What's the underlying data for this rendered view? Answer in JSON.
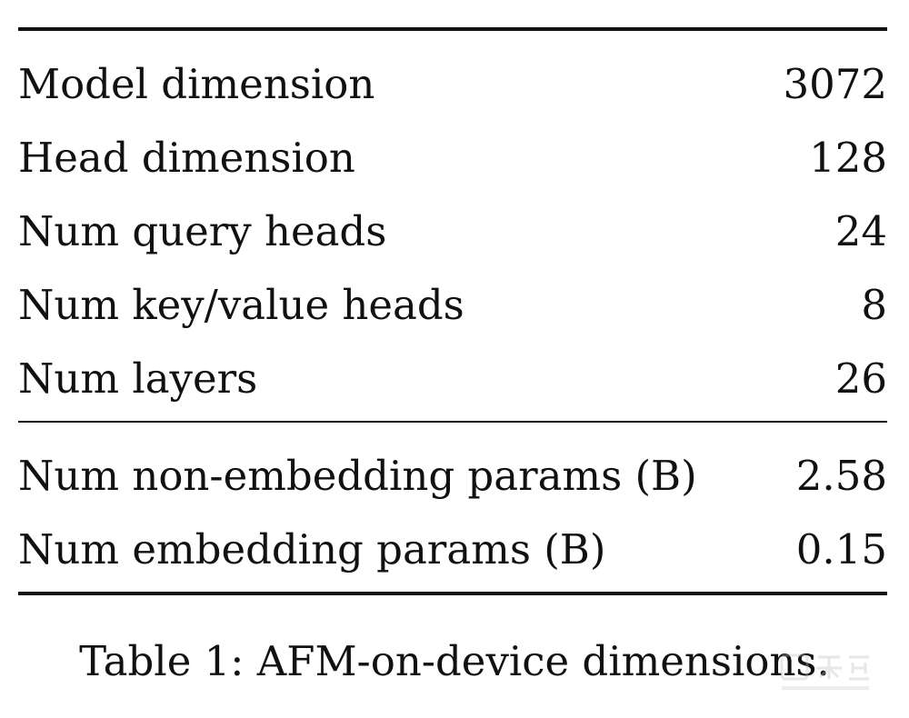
{
  "table": {
    "groups": [
      [
        {
          "label": "Model dimension",
          "value": "3072"
        },
        {
          "label": "Head dimension",
          "value": "128"
        },
        {
          "label": "Num query heads",
          "value": "24"
        },
        {
          "label": "Num key/value heads",
          "value": "8"
        },
        {
          "label": "Num layers",
          "value": "26"
        }
      ],
      [
        {
          "label": "Num non-embedding params (B)",
          "value": "2.58"
        },
        {
          "label": "Num embedding params (B)",
          "value": "0.15"
        }
      ]
    ]
  },
  "caption": "Table 1: AFM-on-device dimensions."
}
